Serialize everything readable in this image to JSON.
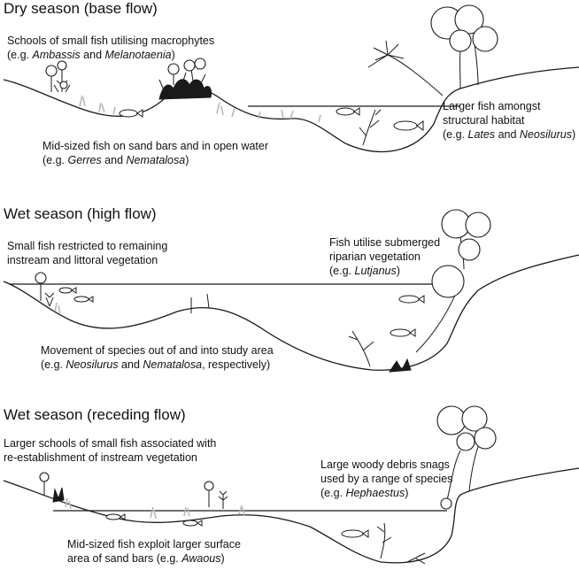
{
  "panels": [
    {
      "title": "Dry season (base flow)",
      "labels": [
        {
          "line1": "Schools of small fish utilising macrophytes",
          "pre": "(e.g. ",
          "it1": "Ambassis",
          "mid": " and ",
          "it2": "Melanotaenia",
          "post": ")"
        },
        {
          "line1": "Mid-sized fish on sand bars and in open water",
          "pre": "(e.g. ",
          "it1": "Gerres",
          "mid": " and ",
          "it2": "Nematalosa",
          "post": ")"
        },
        {
          "line1": "Larger fish amongst",
          "line2": "structural habitat",
          "pre": "(e.g. ",
          "it1": "Lates",
          "mid": " and ",
          "it2": "Neosilurus",
          "post": ")"
        }
      ]
    },
    {
      "title": "Wet season (high flow)",
      "labels": [
        {
          "line1": "Small fish restricted to remaining",
          "line2": "instream and littoral vegetation"
        },
        {
          "line1": "Fish utilise submerged",
          "line2": "riparian vegetation",
          "pre": "(e.g. ",
          "it1": "Lutjanus",
          "post": ")"
        },
        {
          "line1": "Movement of species out of and into study area",
          "pre": "(e.g. ",
          "it1": "Neosilurus",
          "mid": " and ",
          "it2": "Nematalosa",
          "post": ", respectively)"
        }
      ]
    },
    {
      "title": "Wet season (receding flow)",
      "labels": [
        {
          "line1": "Larger schools of small fish associated with",
          "line2": "re-establishment of instream vegetation"
        },
        {
          "line1": "Large woody debris snags",
          "line2": "used by a range of species",
          "pre": "(e.g. ",
          "it1": "Hephaestus",
          "post": ")"
        },
        {
          "line1": "Mid-sized fish exploit larger surface",
          "line2pre": "area of sand bars (e.g. ",
          "line2it": "Awaous",
          "line2post": ")"
        }
      ]
    }
  ],
  "colors": {
    "line": "#1a1a1a",
    "vegetation": "#b8b8b8",
    "background": "#ffffff"
  }
}
